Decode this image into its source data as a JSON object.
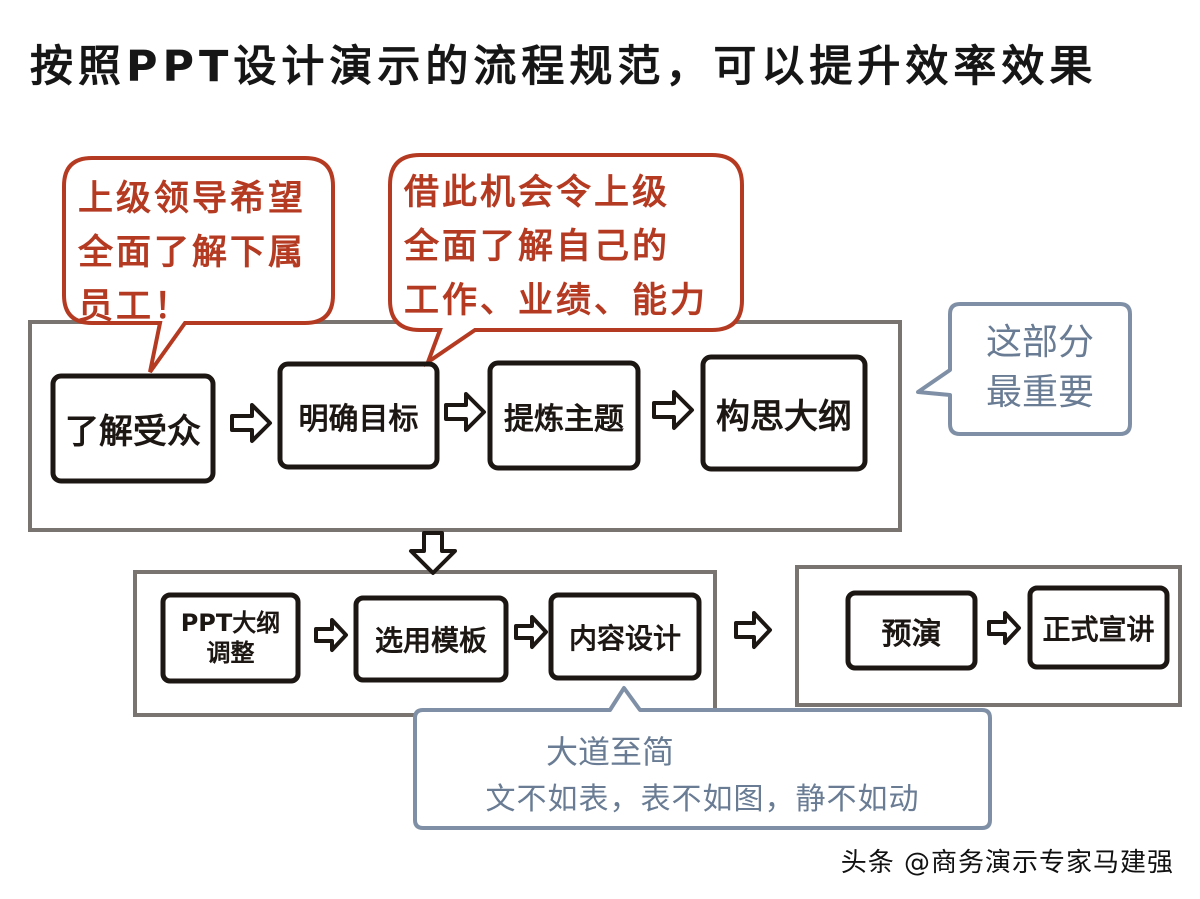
{
  "title": "按照PPT设计演示的流程规范，可以提升效率效果",
  "bubbles": {
    "left": "上级领导希望\n全面了解下属\n员工！",
    "right": "借此机会令上级\n全面了解自己的\n工作、业绩、能力"
  },
  "steps": {
    "s1": "了解受众",
    "s2": "明确目标",
    "s3": "提炼主题",
    "s4": "构思大纲",
    "s5": "PPT大纲\n调整",
    "s6": "选用模板",
    "s7": "内容设计",
    "s8": "预演",
    "s9": "正式宣讲"
  },
  "notes": {
    "important": "这部分\n最重要",
    "principle_title": "大道至简",
    "principle_body": "文不如表，表不如图，静不如动"
  },
  "watermark": "头条 @商务演示专家马建强",
  "colors": {
    "ink": "#1d1714",
    "frame": "#7a7470",
    "bubble": "#b53a22",
    "note": "#697c94"
  }
}
